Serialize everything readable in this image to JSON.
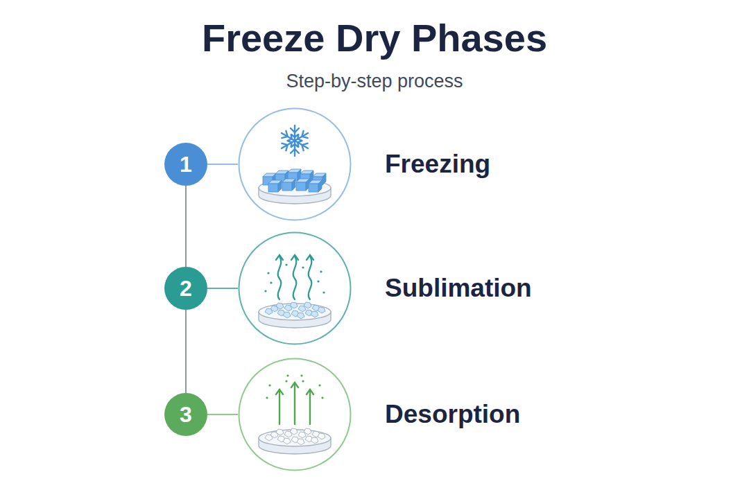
{
  "diagram": {
    "title": "Freeze Dry Phases",
    "nodes": [
      {
        "text": [
          "1"
        ]
      },
      {
        "text": [
          "Freezing"
        ]
      },
      {
        "text": [
          "2"
        ]
      },
      {
        "text": [
          "Sublimation"
        ]
      },
      {
        "text": [
          "3"
        ]
      },
      {
        "text": [
          "Desorption"
        ]
      }
    ],
    "edges": [
      {
        "from": 0,
        "to": 2,
        "arrow": "none"
      },
      {
        "from": 2,
        "to": 4,
        "arrow": "none"
      },
      {
        "from": 0,
        "to": 1,
        "arrow": "none"
      },
      {
        "from": 2,
        "to": 3,
        "arrow": "none"
      },
      {
        "from": 4,
        "to": 5,
        "arrow": "none"
      }
    ],
    "labels": [
      "Step-by-step process"
    ]
  }
}
